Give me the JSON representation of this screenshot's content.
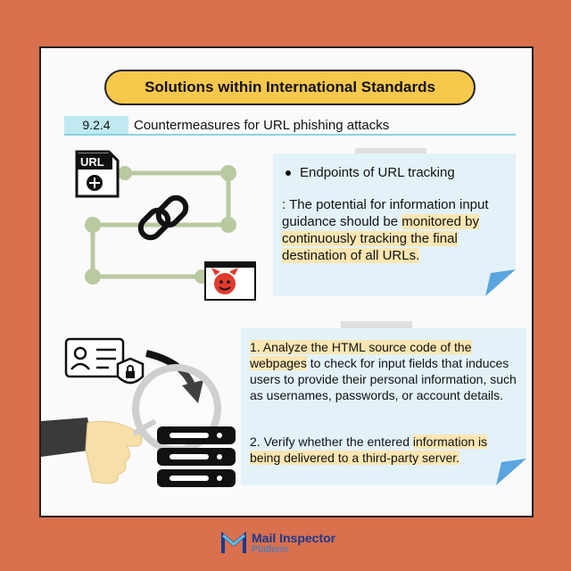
{
  "header": {
    "title": "Solutions within International Standards"
  },
  "section": {
    "number": "9.2.4",
    "title": "Countermeasures for URL phishing attacks"
  },
  "panel1": {
    "bullet": "Endpoints of URL tracking",
    "desc_plain": ": The potential for information input guidance should be ",
    "desc_highlight": "monitored by continuously tracking the final destination of all URLs."
  },
  "panel2": {
    "item1_highlight": "1. Analyze the HTML source code of the webpages",
    "item1_rest": " to check for input fields that induces users to provide their personal information, such as usernames, passwords, or account details.",
    "item2_plain": "2. Verify whether the entered ",
    "item2_highlight": "information is being delivered to a third-party server."
  },
  "illustration": {
    "url_label": "URL"
  },
  "logo": {
    "name": "Mail Inspector",
    "sub": "Platform"
  },
  "colors": {
    "background": "#d9704e",
    "title_pill": "#f7c84b",
    "section_accent": "#bfeaf2",
    "note": "#e3f2f9",
    "highlight": "#fbe6b3",
    "network_line": "#b9c9a0",
    "devil": "#e03b2e"
  }
}
